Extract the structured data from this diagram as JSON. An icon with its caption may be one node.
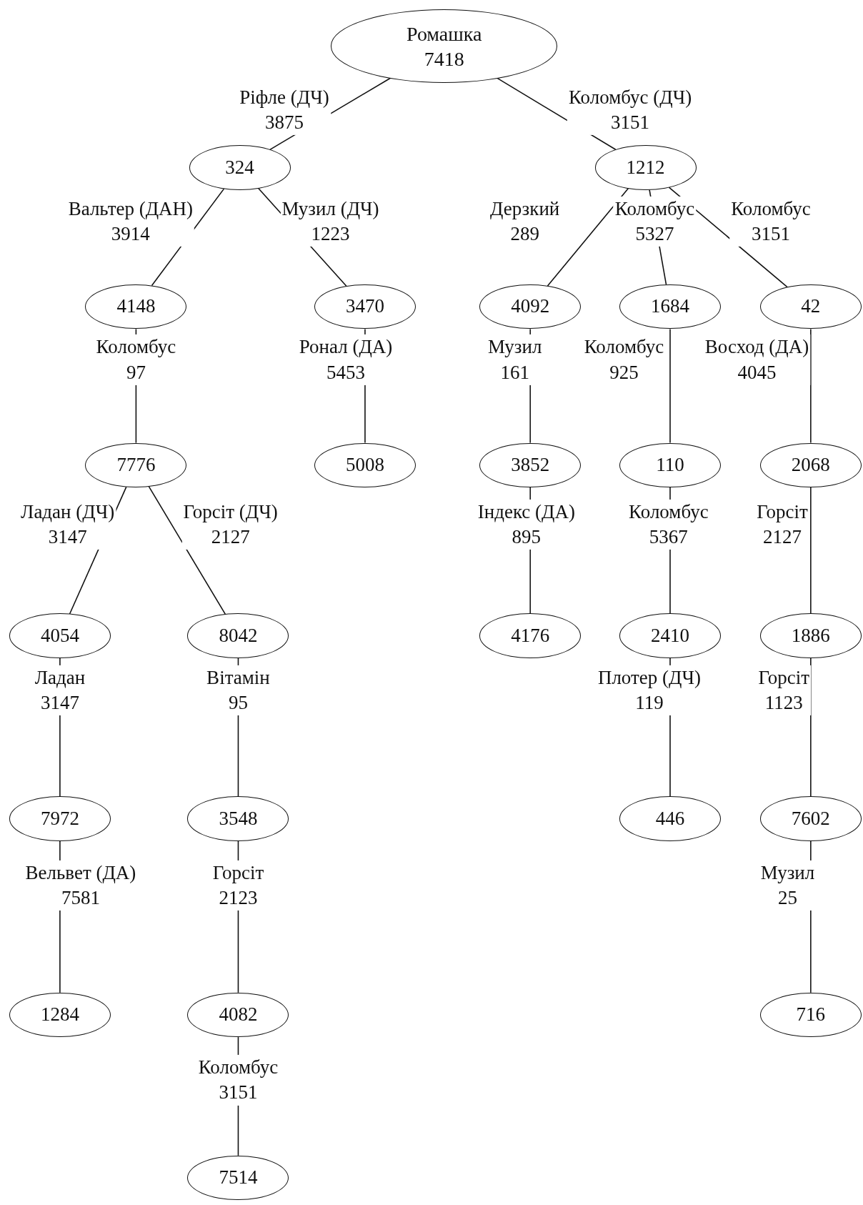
{
  "diagram": {
    "nodes": [
      {
        "text": [
          "Ромашка",
          "7418"
        ]
      },
      {
        "text": [
          "324"
        ]
      },
      {
        "text": [
          "1212"
        ]
      },
      {
        "text": [
          "4148"
        ]
      },
      {
        "text": [
          "3470"
        ]
      },
      {
        "text": [
          "4092"
        ]
      },
      {
        "text": [
          "1684"
        ]
      },
      {
        "text": [
          "42"
        ]
      },
      {
        "text": [
          "7776"
        ]
      },
      {
        "text": [
          "5008"
        ]
      },
      {
        "text": [
          "3852"
        ]
      },
      {
        "text": [
          "110"
        ]
      },
      {
        "text": [
          "2068"
        ]
      },
      {
        "text": [
          "4054"
        ]
      },
      {
        "text": [
          "8042"
        ]
      },
      {
        "text": [
          "4176"
        ]
      },
      {
        "text": [
          "2410"
        ]
      },
      {
        "text": [
          "1886"
        ]
      },
      {
        "text": [
          "7972"
        ]
      },
      {
        "text": [
          "3548"
        ]
      },
      {
        "text": [
          "446"
        ]
      },
      {
        "text": [
          "7602"
        ]
      },
      {
        "text": [
          "1284"
        ]
      },
      {
        "text": [
          "4082"
        ]
      },
      {
        "text": [
          "716"
        ]
      },
      {
        "text": [
          "7514"
        ]
      }
    ],
    "edges": [
      {
        "from": 0,
        "to": 1,
        "arrow": "none",
        "label": "Ріфле (ДЧ) 3875"
      },
      {
        "from": 0,
        "to": 2,
        "arrow": "none",
        "label": "Коломбус (ДЧ) 3151"
      },
      {
        "from": 1,
        "to": 3,
        "arrow": "none",
        "label": "Вальтер (ДАН) 3914"
      },
      {
        "from": 1,
        "to": 4,
        "arrow": "none",
        "label": "Музил (ДЧ) 1223"
      },
      {
        "from": 2,
        "to": 5,
        "arrow": "none",
        "label": "Дерзкий 289"
      },
      {
        "from": 2,
        "to": 6,
        "arrow": "none",
        "label": "Коломбус 5327"
      },
      {
        "from": 2,
        "to": 7,
        "arrow": "none",
        "label": "Коломбус 3151"
      },
      {
        "from": 3,
        "to": 8,
        "arrow": "none",
        "label": "Коломбус 97"
      },
      {
        "from": 4,
        "to": 9,
        "arrow": "none",
        "label": "Ронал (ДА) 5453"
      },
      {
        "from": 5,
        "to": 10,
        "arrow": "none",
        "label": "Музил 161"
      },
      {
        "from": 6,
        "to": 11,
        "arrow": "none",
        "label": "Коломбус 925"
      },
      {
        "from": 7,
        "to": 12,
        "arrow": "none",
        "label": "Восход (ДА) 4045"
      },
      {
        "from": 8,
        "to": 13,
        "arrow": "none",
        "label": "Ладан (ДЧ) 3147"
      },
      {
        "from": 8,
        "to": 14,
        "arrow": "none",
        "label": "Горсіт (ДЧ) 2127"
      },
      {
        "from": 10,
        "to": 15,
        "arrow": "none",
        "label": "Індекс (ДА) 895"
      },
      {
        "from": 11,
        "to": 16,
        "arrow": "none",
        "label": "Коломбус 5367"
      },
      {
        "from": 12,
        "to": 17,
        "arrow": "none",
        "label": "Горсіт 2127"
      },
      {
        "from": 13,
        "to": 18,
        "arrow": "none",
        "label": "Ладан 3147"
      },
      {
        "from": 14,
        "to": 19,
        "arrow": "none",
        "label": "Вітамін 95"
      },
      {
        "from": 16,
        "to": 20,
        "arrow": "none",
        "label": "Плотер (ДЧ) 119"
      },
      {
        "from": 17,
        "to": 21,
        "arrow": "none",
        "label": "Горсіт 1123"
      },
      {
        "from": 18,
        "to": 22,
        "arrow": "none",
        "label": "Вельвет (ДА) 7581"
      },
      {
        "from": 19,
        "to": 23,
        "arrow": "none",
        "label": "Горсіт 2123"
      },
      {
        "from": 21,
        "to": 24,
        "arrow": "none",
        "label": "Музил 25"
      },
      {
        "from": 23,
        "to": 25,
        "arrow": "none",
        "label": "Коломбус 3151"
      }
    ]
  }
}
